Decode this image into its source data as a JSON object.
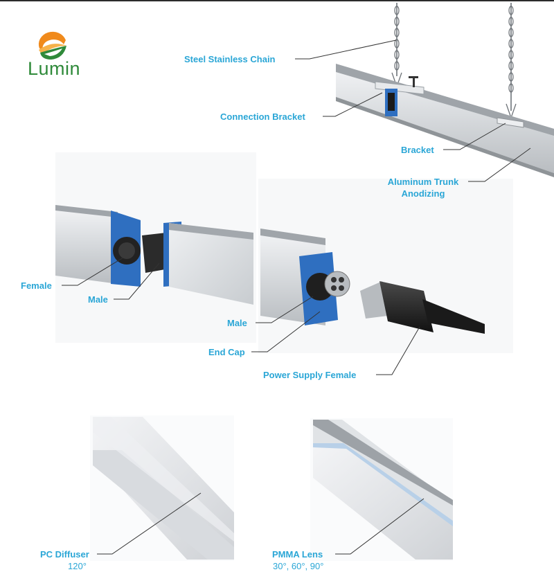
{
  "brand": {
    "name": "Lumin"
  },
  "labels": {
    "chain": "Steel Stainless Chain",
    "connection_bracket": "Connection Bracket",
    "bracket": "Bracket",
    "trunk_line1": "Aluminum Trunk",
    "trunk_line2": "Anodizing",
    "female": "Female",
    "male_left": "Male",
    "male_right": "Male",
    "end_cap": "End Cap",
    "power_supply_female": "Power Supply Female",
    "pc_diffuser": "PC Diffuser",
    "pc_angle": "120°",
    "pmma_lens": "PMMA Lens",
    "pmma_angles": "30°,  60°,  90°"
  },
  "colors": {
    "label": "#2aa6d6",
    "brand_green": "#2f8a3a",
    "logo_orange": "#f08a1c",
    "end_cap_blue": "#2f6fc0"
  }
}
